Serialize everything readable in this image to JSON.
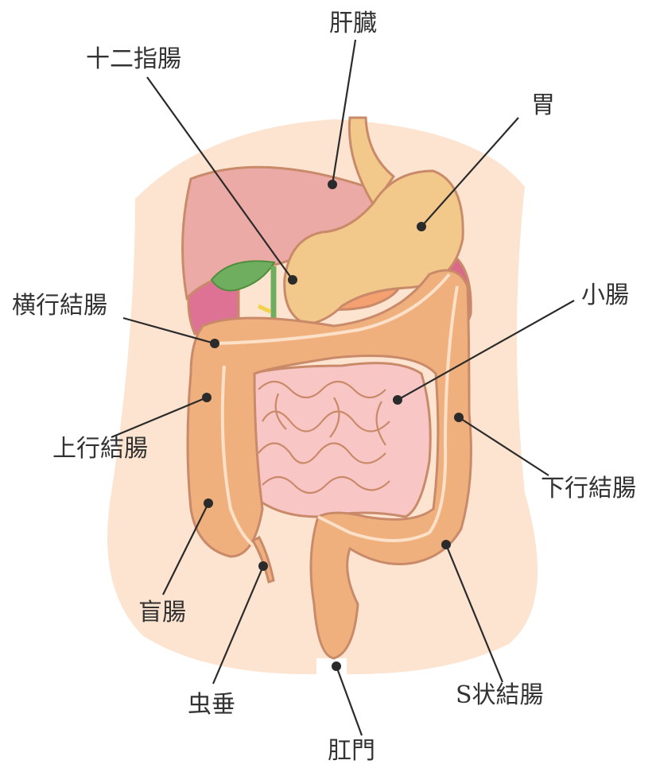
{
  "labels": {
    "liver": "肝臓",
    "duodenum": "十二指腸",
    "stomach": "胃",
    "transverse_colon": "横行結腸",
    "small_intestine": "小腸",
    "ascending_colon": "上行結腸",
    "descending_colon": "下行結腸",
    "cecum": "盲腸",
    "appendix": "虫垂",
    "sigmoid_colon": "S状結腸",
    "anus": "肛門"
  },
  "colors": {
    "torso": "#fde4d0",
    "liver": "#ecaaa6",
    "stomach": "#f2c98a",
    "large_intestine": "#f0b07e",
    "small_intestine": "#f9c6c6",
    "gallbladder": "#6fae5e",
    "pancreas": "#f4a070",
    "spleen": "#d96a8a",
    "outline": "#c98a6a",
    "leader": "#2b2b2b"
  }
}
